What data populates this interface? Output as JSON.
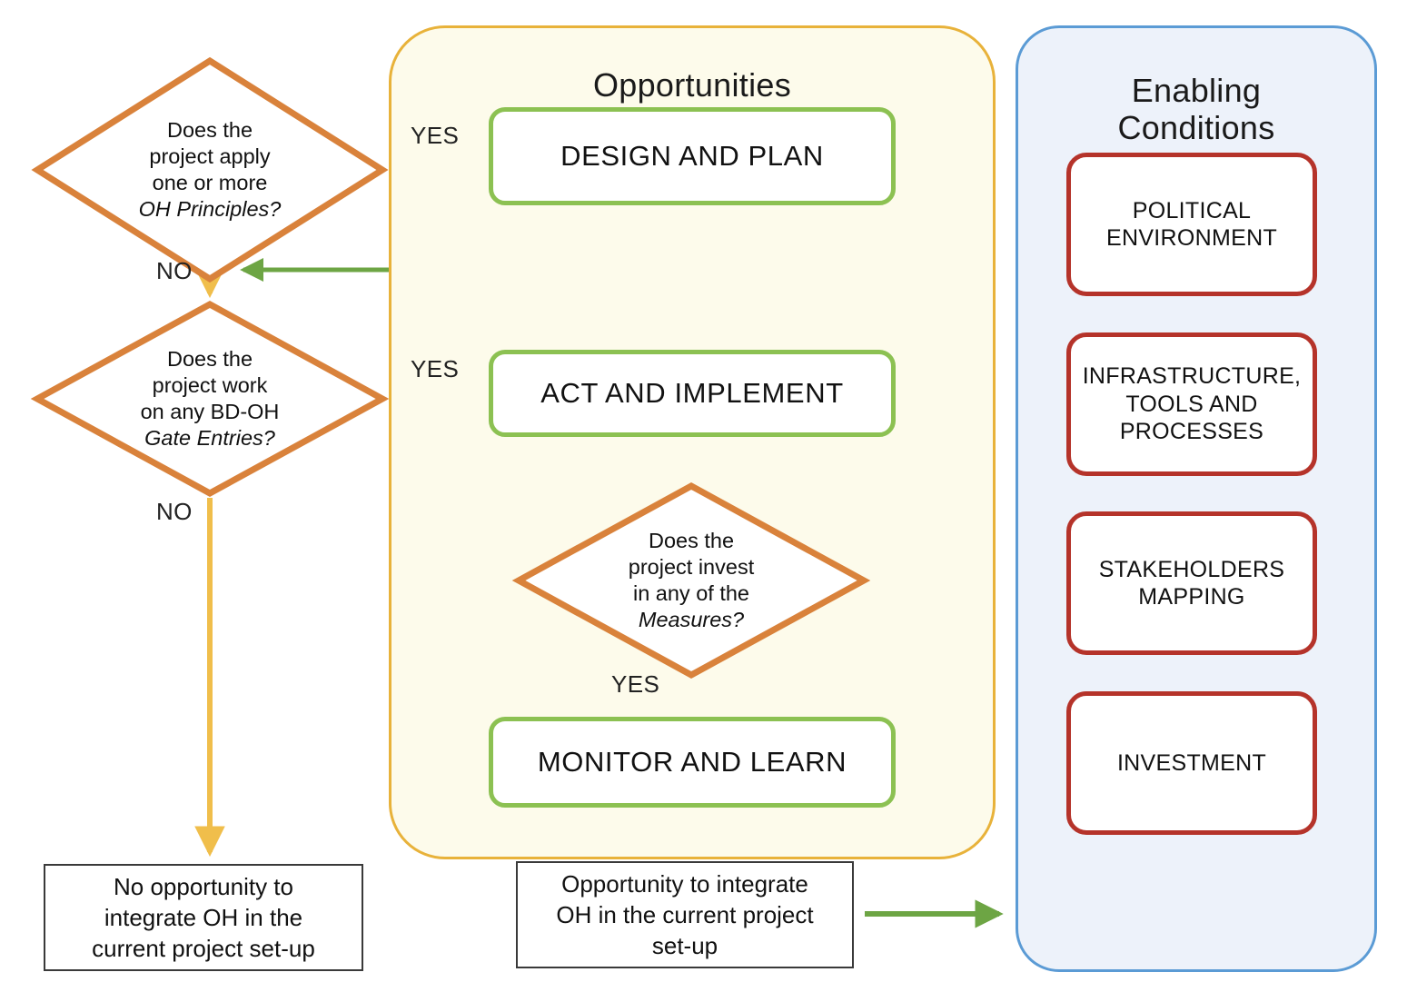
{
  "panels": {
    "opportunities": {
      "title": "Opportunities"
    },
    "enabling": {
      "title": "Enabling\nConditions",
      "title_line1": "Enabling",
      "title_line2": "Conditions"
    }
  },
  "decisions": [
    {
      "id": "oh-principles",
      "lines": [
        "Does the",
        "project apply",
        "one or more"
      ],
      "emphasis": "OH Principles?"
    },
    {
      "id": "bd-oh-gate-entries",
      "lines": [
        "Does the",
        "project work",
        "on any BD-OH"
      ],
      "emphasis": "Gate Entries?"
    },
    {
      "id": "measures",
      "lines": [
        "Does the",
        "project invest",
        "in any of the"
      ],
      "emphasis": "Measures?"
    }
  ],
  "process_boxes": [
    {
      "id": "design-and-plan",
      "label": "DESIGN AND PLAN"
    },
    {
      "id": "act-and-implement",
      "label": "ACT AND IMPLEMENT"
    },
    {
      "id": "monitor-and-learn",
      "label": "MONITOR AND LEARN"
    }
  ],
  "enabling_conditions": [
    {
      "id": "political-environment",
      "label": "POLITICAL\nENVIRONMENT",
      "line1": "POLITICAL",
      "line2": "ENVIRONMENT",
      "line3": ""
    },
    {
      "id": "infrastructure-tools-processes",
      "label": "INFRASTRUCTURE, TOOLS AND PROCESSES",
      "line1": "INFRASTRUCTURE,",
      "line2": "TOOLS AND",
      "line3": "PROCESSES"
    },
    {
      "id": "stakeholders-mapping",
      "label": "STAKEHOLDERS MAPPING",
      "line1": "STAKEHOLDERS",
      "line2": "MAPPING",
      "line3": ""
    },
    {
      "id": "investment",
      "label": "INVESTMENT",
      "line1": "INVESTMENT",
      "line2": "",
      "line3": ""
    }
  ],
  "outcomes": [
    {
      "id": "no-opportunity",
      "line1": "No opportunity to",
      "line2": "integrate OH in the",
      "line3": "current project set-up"
    },
    {
      "id": "opportunity",
      "line1": "Opportunity to integrate",
      "line2": "OH in the current project",
      "line3": "set-up"
    }
  ],
  "edge_labels": {
    "yes_principles": "YES",
    "no_principles": "NO",
    "yes_gate": "YES",
    "no_gate": "NO",
    "yes_measures": "YES"
  },
  "colors": {
    "decision_orange": "#D9823B",
    "process_green": "#8CC152",
    "arrow_green": "#6DA544",
    "arrow_yellow": "#F0BE4B",
    "arrow_blue": "#6CB4E4",
    "panel_yellow_border": "#E8B23A",
    "panel_yellow_fill": "#FDFBEB",
    "panel_blue_border": "#5B9BD5",
    "panel_blue_fill": "#EDF2FA",
    "condition_red": "#B5332A",
    "outcome_border": "#3A3A3A"
  }
}
